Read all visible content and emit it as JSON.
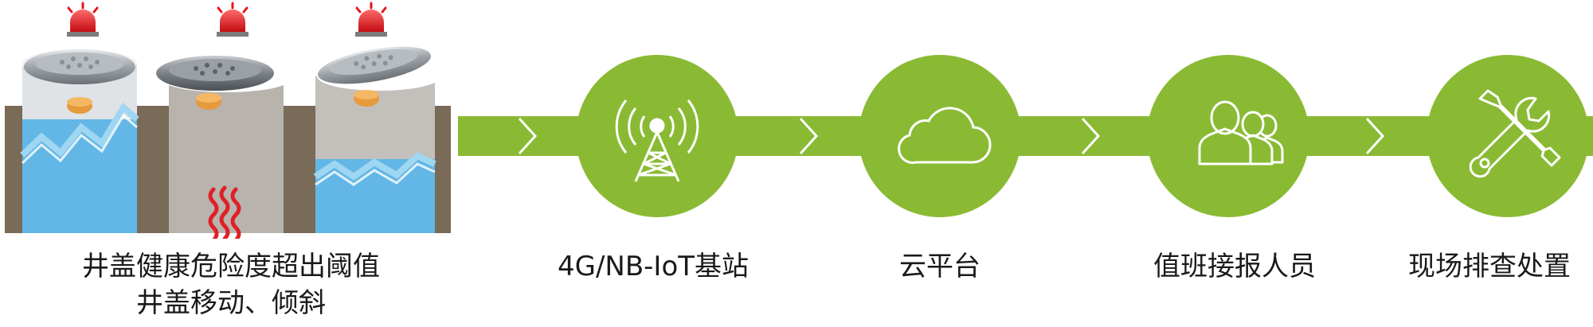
{
  "left_caption": {
    "line1": "井盖健康危险度超出阈值",
    "line2": "井盖移动、倾斜"
  },
  "steps": [
    {
      "label": "4G/NB-IoT基站",
      "icon": "cell-tower-icon"
    },
    {
      "label": "云平台",
      "icon": "cloud-icon"
    },
    {
      "label": "值班接报人员",
      "icon": "people-icon"
    },
    {
      "label": "现场排查处置",
      "icon": "tools-icon"
    }
  ],
  "colors": {
    "flow_green": "#8aba34",
    "alarm_red": "#e8141b",
    "water_blue": "#62b7e6",
    "soil_brown": "#7a6a58",
    "shaft_gray": "#b8b3ad",
    "heat_red": "#e01f26"
  }
}
